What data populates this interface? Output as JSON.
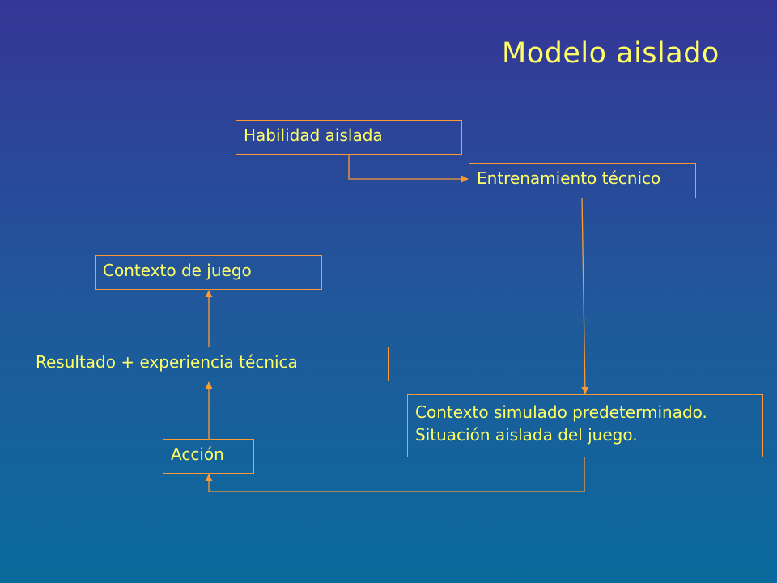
{
  "slide": {
    "title": "Modelo aislado"
  },
  "diagram": {
    "nodes": {
      "habilidad": "Habilidad aislada",
      "entrenamiento": "Entrenamiento técnico",
      "contexto_simulado": [
        "Contexto simulado predeterminado.",
        "Situación aislada del juego."
      ],
      "accion": "Acción",
      "resultado": "Resultado + experiencia técnica",
      "contexto_juego": "Contexto de juego"
    },
    "edges": [
      {
        "from": "habilidad",
        "to": "entrenamiento"
      },
      {
        "from": "entrenamiento",
        "to": "contexto_simulado"
      },
      {
        "from": "contexto_simulado",
        "to": "accion"
      },
      {
        "from": "accion",
        "to": "resultado"
      },
      {
        "from": "resultado",
        "to": "contexto_juego"
      }
    ]
  },
  "colors": {
    "text": "#ffff66",
    "border": "#ff9933",
    "background_top": "#353697",
    "background_bottom": "#0a6a9c"
  }
}
